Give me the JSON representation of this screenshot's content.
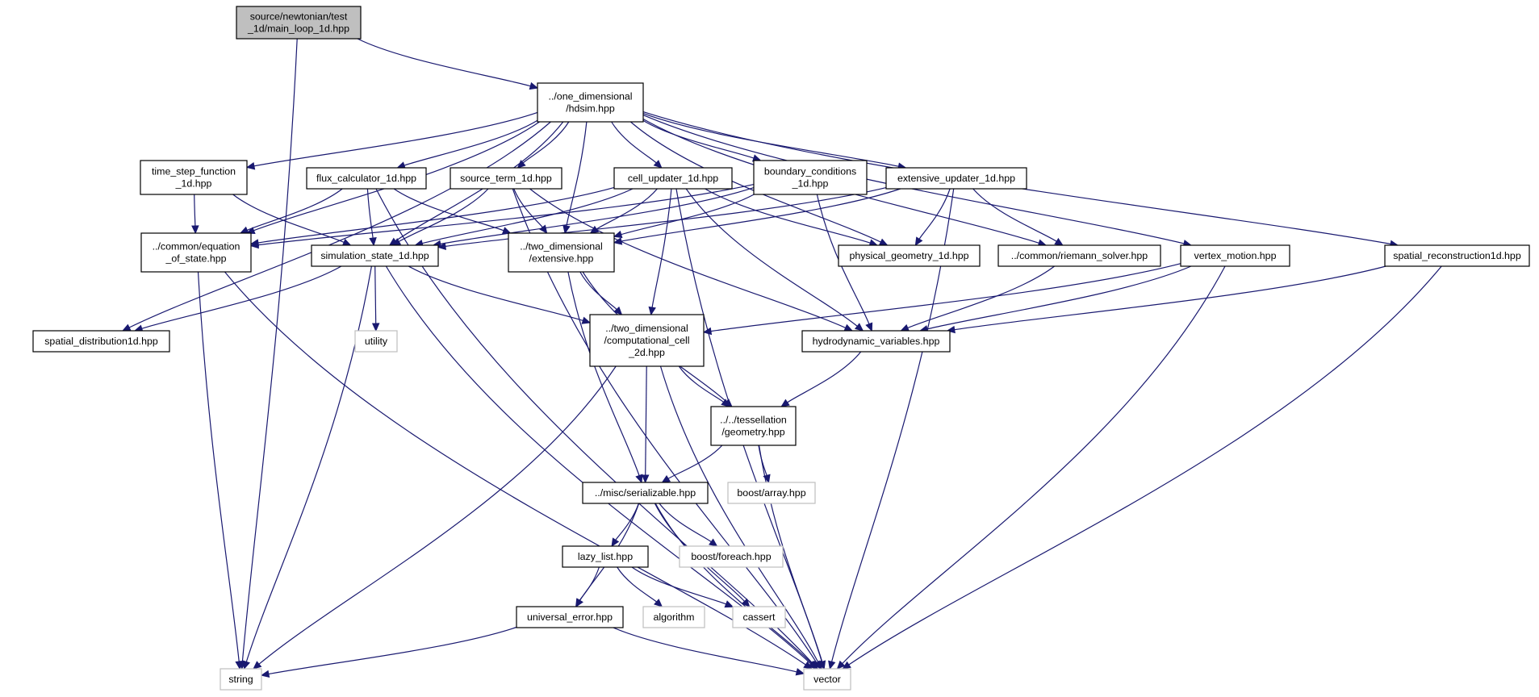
{
  "graph": {
    "nodes": [
      {
        "id": "root",
        "lines": [
          "source/newtonian/test",
          "_1d/main_loop_1d.hpp"
        ],
        "kind": "root"
      },
      {
        "id": "hdsim",
        "lines": [
          "../one_dimensional",
          "/hdsim.hpp"
        ],
        "kind": "local"
      },
      {
        "id": "time_step",
        "lines": [
          "time_step_function",
          "_1d.hpp"
        ],
        "kind": "local"
      },
      {
        "id": "flux",
        "lines": [
          "flux_calculator_1d.hpp"
        ],
        "kind": "local"
      },
      {
        "id": "source",
        "lines": [
          "source_term_1d.hpp"
        ],
        "kind": "local"
      },
      {
        "id": "cell_updater",
        "lines": [
          "cell_updater_1d.hpp"
        ],
        "kind": "local"
      },
      {
        "id": "boundary",
        "lines": [
          "boundary_conditions",
          "_1d.hpp"
        ],
        "kind": "local"
      },
      {
        "id": "ext_updater",
        "lines": [
          "extensive_updater_1d.hpp"
        ],
        "kind": "local"
      },
      {
        "id": "eos",
        "lines": [
          "../common/equation",
          "_of_state.hpp"
        ],
        "kind": "local"
      },
      {
        "id": "sim_state",
        "lines": [
          "simulation_state_1d.hpp"
        ],
        "kind": "local"
      },
      {
        "id": "extensive",
        "lines": [
          "../two_dimensional",
          "/extensive.hpp"
        ],
        "kind": "local"
      },
      {
        "id": "phys_geom",
        "lines": [
          "physical_geometry_1d.hpp"
        ],
        "kind": "local"
      },
      {
        "id": "riemann",
        "lines": [
          "../common/riemann_solver.hpp"
        ],
        "kind": "local"
      },
      {
        "id": "vertex",
        "lines": [
          "vertex_motion.hpp"
        ],
        "kind": "local"
      },
      {
        "id": "spatial_rec",
        "lines": [
          "spatial_reconstruction1d.hpp"
        ],
        "kind": "local"
      },
      {
        "id": "spatial_dist",
        "lines": [
          "spatial_distribution1d.hpp"
        ],
        "kind": "local"
      },
      {
        "id": "utility",
        "lines": [
          "utility"
        ],
        "kind": "external"
      },
      {
        "id": "comp_cell",
        "lines": [
          "../two_dimensional",
          "/computational_cell",
          "_2d.hpp"
        ],
        "kind": "local"
      },
      {
        "id": "hydro",
        "lines": [
          "hydrodynamic_variables.hpp"
        ],
        "kind": "local"
      },
      {
        "id": "geometry",
        "lines": [
          "../../tessellation",
          "/geometry.hpp"
        ],
        "kind": "local"
      },
      {
        "id": "boost_array",
        "lines": [
          "boost/array.hpp"
        ],
        "kind": "external"
      },
      {
        "id": "serializable",
        "lines": [
          "../misc/serializable.hpp"
        ],
        "kind": "local"
      },
      {
        "id": "lazy_list",
        "lines": [
          "lazy_list.hpp"
        ],
        "kind": "local"
      },
      {
        "id": "boost_foreach",
        "lines": [
          "boost/foreach.hpp"
        ],
        "kind": "external"
      },
      {
        "id": "universal_error",
        "lines": [
          "universal_error.hpp"
        ],
        "kind": "local"
      },
      {
        "id": "algorithm",
        "lines": [
          "algorithm"
        ],
        "kind": "external"
      },
      {
        "id": "cassert",
        "lines": [
          "cassert"
        ],
        "kind": "external"
      },
      {
        "id": "string",
        "lines": [
          "string"
        ],
        "kind": "external"
      },
      {
        "id": "vector",
        "lines": [
          "vector"
        ],
        "kind": "external"
      }
    ],
    "edges": [
      [
        "root",
        "string"
      ],
      [
        "root",
        "hdsim"
      ],
      [
        "hdsim",
        "time_step"
      ],
      [
        "hdsim",
        "flux"
      ],
      [
        "hdsim",
        "source"
      ],
      [
        "hdsim",
        "cell_updater"
      ],
      [
        "hdsim",
        "boundary"
      ],
      [
        "hdsim",
        "ext_updater"
      ],
      [
        "hdsim",
        "eos"
      ],
      [
        "hdsim",
        "sim_state"
      ],
      [
        "hdsim",
        "extensive"
      ],
      [
        "hdsim",
        "phys_geom"
      ],
      [
        "hdsim",
        "riemann"
      ],
      [
        "hdsim",
        "vertex"
      ],
      [
        "hdsim",
        "spatial_rec"
      ],
      [
        "hdsim",
        "spatial_dist"
      ],
      [
        "time_step",
        "eos"
      ],
      [
        "time_step",
        "sim_state"
      ],
      [
        "flux",
        "eos"
      ],
      [
        "flux",
        "sim_state"
      ],
      [
        "flux",
        "extensive"
      ],
      [
        "flux",
        "vector"
      ],
      [
        "source",
        "sim_state"
      ],
      [
        "source",
        "extensive"
      ],
      [
        "source",
        "hydro"
      ],
      [
        "source",
        "vector"
      ],
      [
        "cell_updater",
        "eos"
      ],
      [
        "cell_updater",
        "sim_state"
      ],
      [
        "cell_updater",
        "extensive"
      ],
      [
        "cell_updater",
        "comp_cell"
      ],
      [
        "cell_updater",
        "phys_geom"
      ],
      [
        "cell_updater",
        "hydro"
      ],
      [
        "cell_updater",
        "vector"
      ],
      [
        "boundary",
        "eos"
      ],
      [
        "boundary",
        "sim_state"
      ],
      [
        "boundary",
        "extensive"
      ],
      [
        "boundary",
        "hydro"
      ],
      [
        "ext_updater",
        "sim_state"
      ],
      [
        "ext_updater",
        "extensive"
      ],
      [
        "ext_updater",
        "phys_geom"
      ],
      [
        "ext_updater",
        "riemann"
      ],
      [
        "ext_updater",
        "vector"
      ],
      [
        "eos",
        "string"
      ],
      [
        "eos",
        "vector"
      ],
      [
        "sim_state",
        "spatial_dist"
      ],
      [
        "sim_state",
        "utility"
      ],
      [
        "sim_state",
        "comp_cell"
      ],
      [
        "sim_state",
        "string"
      ],
      [
        "sim_state",
        "vector"
      ],
      [
        "extensive",
        "comp_cell"
      ],
      [
        "extensive",
        "geometry"
      ],
      [
        "extensive",
        "serializable"
      ],
      [
        "riemann",
        "hydro"
      ],
      [
        "vertex",
        "comp_cell"
      ],
      [
        "vertex",
        "hydro"
      ],
      [
        "vertex",
        "vector"
      ],
      [
        "spatial_rec",
        "hydro"
      ],
      [
        "spatial_rec",
        "vector"
      ],
      [
        "comp_cell",
        "geometry"
      ],
      [
        "comp_cell",
        "serializable"
      ],
      [
        "comp_cell",
        "string"
      ],
      [
        "comp_cell",
        "vector"
      ],
      [
        "hydro",
        "geometry"
      ],
      [
        "geometry",
        "serializable"
      ],
      [
        "geometry",
        "boost_array"
      ],
      [
        "geometry",
        "vector"
      ],
      [
        "serializable",
        "lazy_list"
      ],
      [
        "serializable",
        "boost_foreach"
      ],
      [
        "serializable",
        "universal_error"
      ],
      [
        "serializable",
        "cassert"
      ],
      [
        "serializable",
        "vector"
      ],
      [
        "lazy_list",
        "universal_error"
      ],
      [
        "lazy_list",
        "algorithm"
      ],
      [
        "lazy_list",
        "cassert"
      ],
      [
        "universal_error",
        "string"
      ],
      [
        "universal_error",
        "vector"
      ]
    ]
  }
}
